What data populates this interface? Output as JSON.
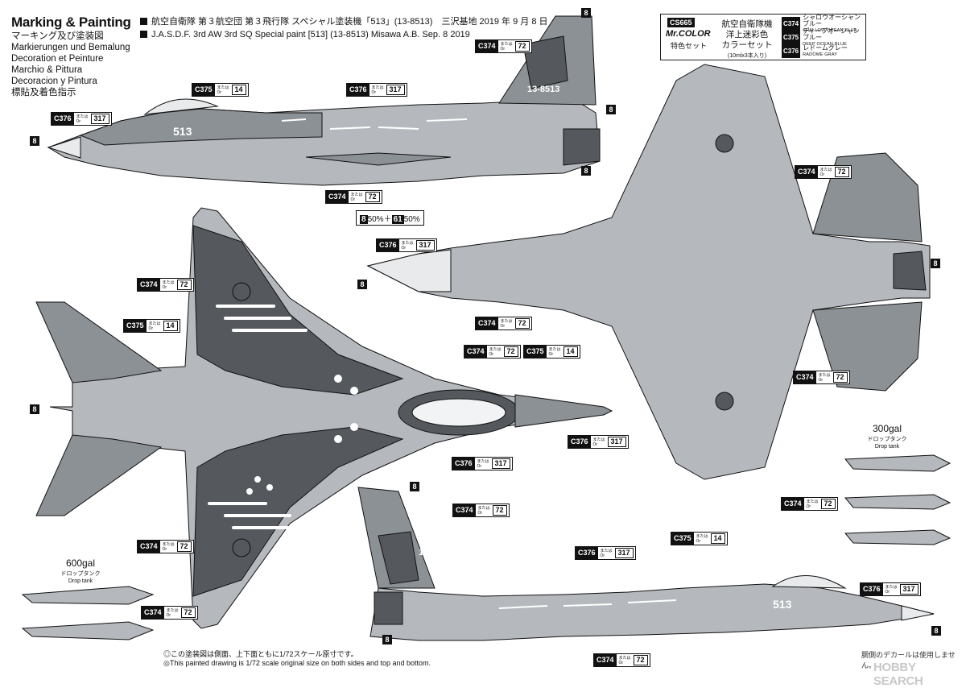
{
  "header": {
    "title": "Marking & Painting",
    "languages": [
      "マーキング及び塗装図",
      "Markierungen und Bemalung",
      "Decoration et Peinture",
      "Marchio & Pittura",
      "Decoracion y Pintura",
      "標貼及着色指示"
    ],
    "subject_jp": "航空自衛隊 第３航空団 第３飛行隊 スペシャル塗装機「513」(13-8513)　三沢基地 2019 年 9 月 8 日",
    "subject_en": "J.A.S.D.F. 3rd AW 3rd SQ Special paint [513] (13-8513) Misawa A.B. Sep. 8 2019"
  },
  "color_set": {
    "badge": "CS665",
    "brand": "Mr.COLOR",
    "brand_sub": "特色セット",
    "name_lines": [
      "航空自衛隊機",
      "洋上迷彩色",
      "カラーセット"
    ],
    "qty": "(10mlx3本入り)",
    "colors": [
      {
        "code": "C374",
        "jp": "シャロウオーシャンブルー",
        "en": "SHALLOW OCEAN BLUE"
      },
      {
        "code": "C375",
        "jp": "ディープオーシャンブルー",
        "en": "DEEP OCEAN BLUE"
      },
      {
        "code": "C376",
        "jp": "レドームグレー",
        "en": "RADOME GRAY"
      }
    ]
  },
  "callout_words": {
    "or_jp": "または",
    "or_en": "Or"
  },
  "callouts": [
    {
      "id": "c1",
      "code": "C374",
      "num": "72"
    },
    {
      "id": "c2",
      "code": "C375",
      "num": "14"
    },
    {
      "id": "c3",
      "code": "C376",
      "num": "317"
    },
    {
      "id": "c4",
      "code": "C376",
      "num": "317"
    },
    {
      "id": "c5",
      "code": "C374",
      "num": "72"
    },
    {
      "id": "c6",
      "code": "C376",
      "num": "317"
    },
    {
      "id": "c7",
      "code": "C374",
      "num": "72"
    },
    {
      "id": "c8",
      "code": "C374",
      "num": "72"
    },
    {
      "id": "c9",
      "code": "C375",
      "num": "14"
    },
    {
      "id": "c10",
      "code": "C374",
      "num": "72"
    },
    {
      "id": "c11",
      "code": "C375",
      "num": "14"
    },
    {
      "id": "c12",
      "code": "C376",
      "num": "317"
    },
    {
      "id": "c13",
      "code": "C376",
      "num": "317"
    },
    {
      "id": "c14",
      "code": "C374",
      "num": "72"
    },
    {
      "id": "c15",
      "code": "C374",
      "num": "72"
    },
    {
      "id": "c16",
      "code": "C374",
      "num": "72"
    },
    {
      "id": "c17",
      "code": "C376",
      "num": "317"
    },
    {
      "id": "c18",
      "code": "C375",
      "num": "14"
    },
    {
      "id": "c19",
      "code": "C376",
      "num": "317"
    },
    {
      "id": "c20",
      "code": "C374",
      "num": "72"
    },
    {
      "id": "c21",
      "code": "C374",
      "num": "72"
    },
    {
      "id": "c22",
      "code": "C374",
      "num": "72"
    },
    {
      "id": "c23",
      "code": "C374",
      "num": "72"
    }
  ],
  "mix_note": {
    "a": "8",
    "pa": "50%",
    "plus": "＋",
    "b": "61",
    "pb": "50%"
  },
  "aircraft_markings": {
    "side_number": "513",
    "serial": "13-8513"
  },
  "tanks": {
    "t600": {
      "size": "600gal",
      "jp": "ドロップタンク",
      "en": "Drop tank"
    },
    "t300": {
      "size": "300gal",
      "jp": "ドロップタンク",
      "en": "Drop tank"
    }
  },
  "footnotes": [
    "◎この塗装図は側面、上下面ともに1/72スケール原寸です。",
    "◎This painted drawing is 1/72 scale original size on both sides and top and bottom."
  ],
  "corner_note": "胴側のデカールは使用しません。",
  "watermark": "HOBBY SEARCH",
  "colors": {
    "ink": "#111111",
    "light_gray": "#b5b9bd",
    "mid_gray": "#8c9196",
    "dark_gray": "#55595e"
  }
}
